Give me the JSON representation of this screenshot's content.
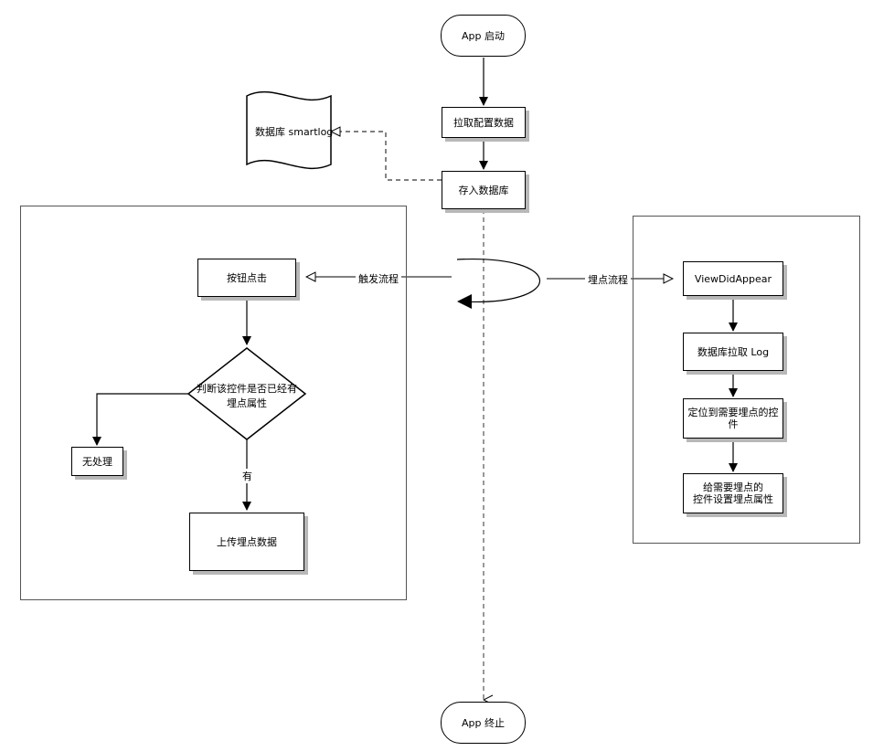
{
  "nodes": {
    "app_start": "App 启动",
    "fetch_config": "拉取配置数据",
    "save_db": "存入数据库",
    "db_store": "数据库 smartlog",
    "button_click": "按钮点击",
    "decision": "判断该控件是否已经有\n埋点属性",
    "no_action": "无处理",
    "upload": "上传埋点数据",
    "view_did_appear": "ViewDidAppear",
    "db_fetch_log": "数据库拉取 Log",
    "locate_control": "定位到需要埋点的控\n件",
    "set_attr": "给需要埋点的\n控件设置埋点属性",
    "app_end": "App 终止"
  },
  "edge_labels": {
    "trigger_flow": "触发流程",
    "track_flow": "埋点流程",
    "has": "有"
  }
}
